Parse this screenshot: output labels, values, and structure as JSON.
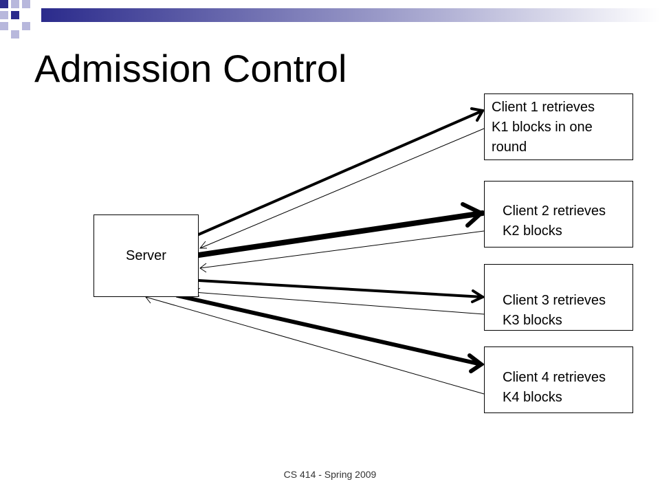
{
  "slide": {
    "title": "Admission Control",
    "footer": "CS 414 - Spring 2009"
  },
  "diagram": {
    "server_label": "Server",
    "clients": [
      {
        "lines": [
          "Client 1 retrieves",
          "K1 blocks in one",
          "round"
        ]
      },
      {
        "lines": [
          "Client 2 retrieves",
          "K2 blocks"
        ]
      },
      {
        "lines": [
          "Client 3 retrieves",
          "K3 blocks"
        ]
      },
      {
        "lines": [
          "Client 4 retrieves",
          "K4 blocks"
        ]
      }
    ]
  },
  "colors": {
    "corner_dark": "#2b2b8c",
    "corner_light": "#b8b8dc",
    "stroke": "#000000"
  }
}
